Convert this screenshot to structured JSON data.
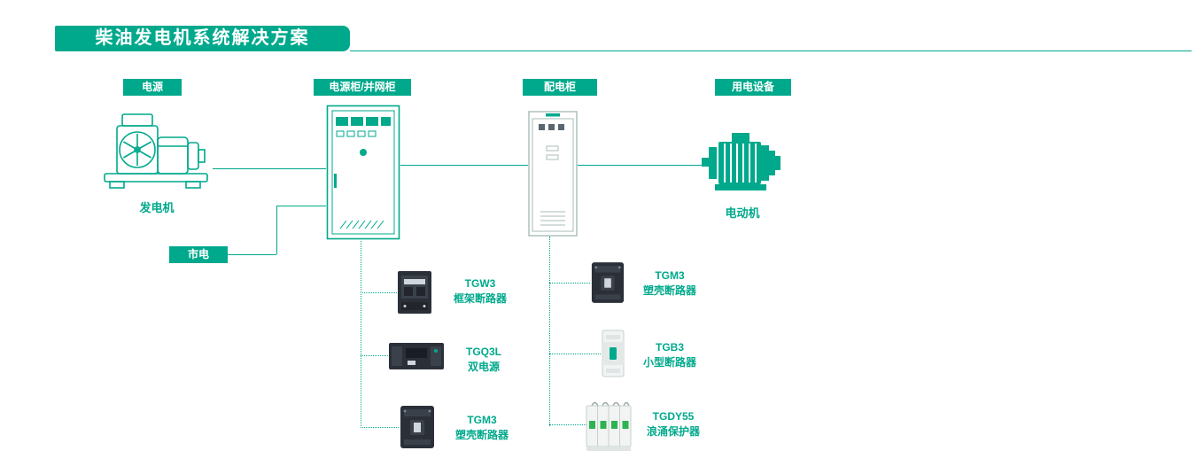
{
  "accent_color": "#00a98c",
  "product_dark_color": "#2b3038",
  "title": "柴油发电机系统解决方案",
  "nodes": {
    "source_badge": "电源",
    "power_cabinet_badge": "电源柜/并网柜",
    "distribution_cabinet_badge": "配电柜",
    "load_badge": "用电设备",
    "mains_badge": "市电",
    "generator_caption": "发电机",
    "motor_caption": "电动机"
  },
  "power_cabinet_products": [
    {
      "model": "TGW3",
      "name": "框架断路器"
    },
    {
      "model": "TGQ3L",
      "name": "双电源"
    },
    {
      "model": "TGM3",
      "name": "塑壳断路器"
    }
  ],
  "distribution_cabinet_products": [
    {
      "model": "TGM3",
      "name": "塑壳断路器"
    },
    {
      "model": "TGB3",
      "name": "小型断路器"
    },
    {
      "model": "TGDY55",
      "name": "浪涌保护器"
    }
  ]
}
